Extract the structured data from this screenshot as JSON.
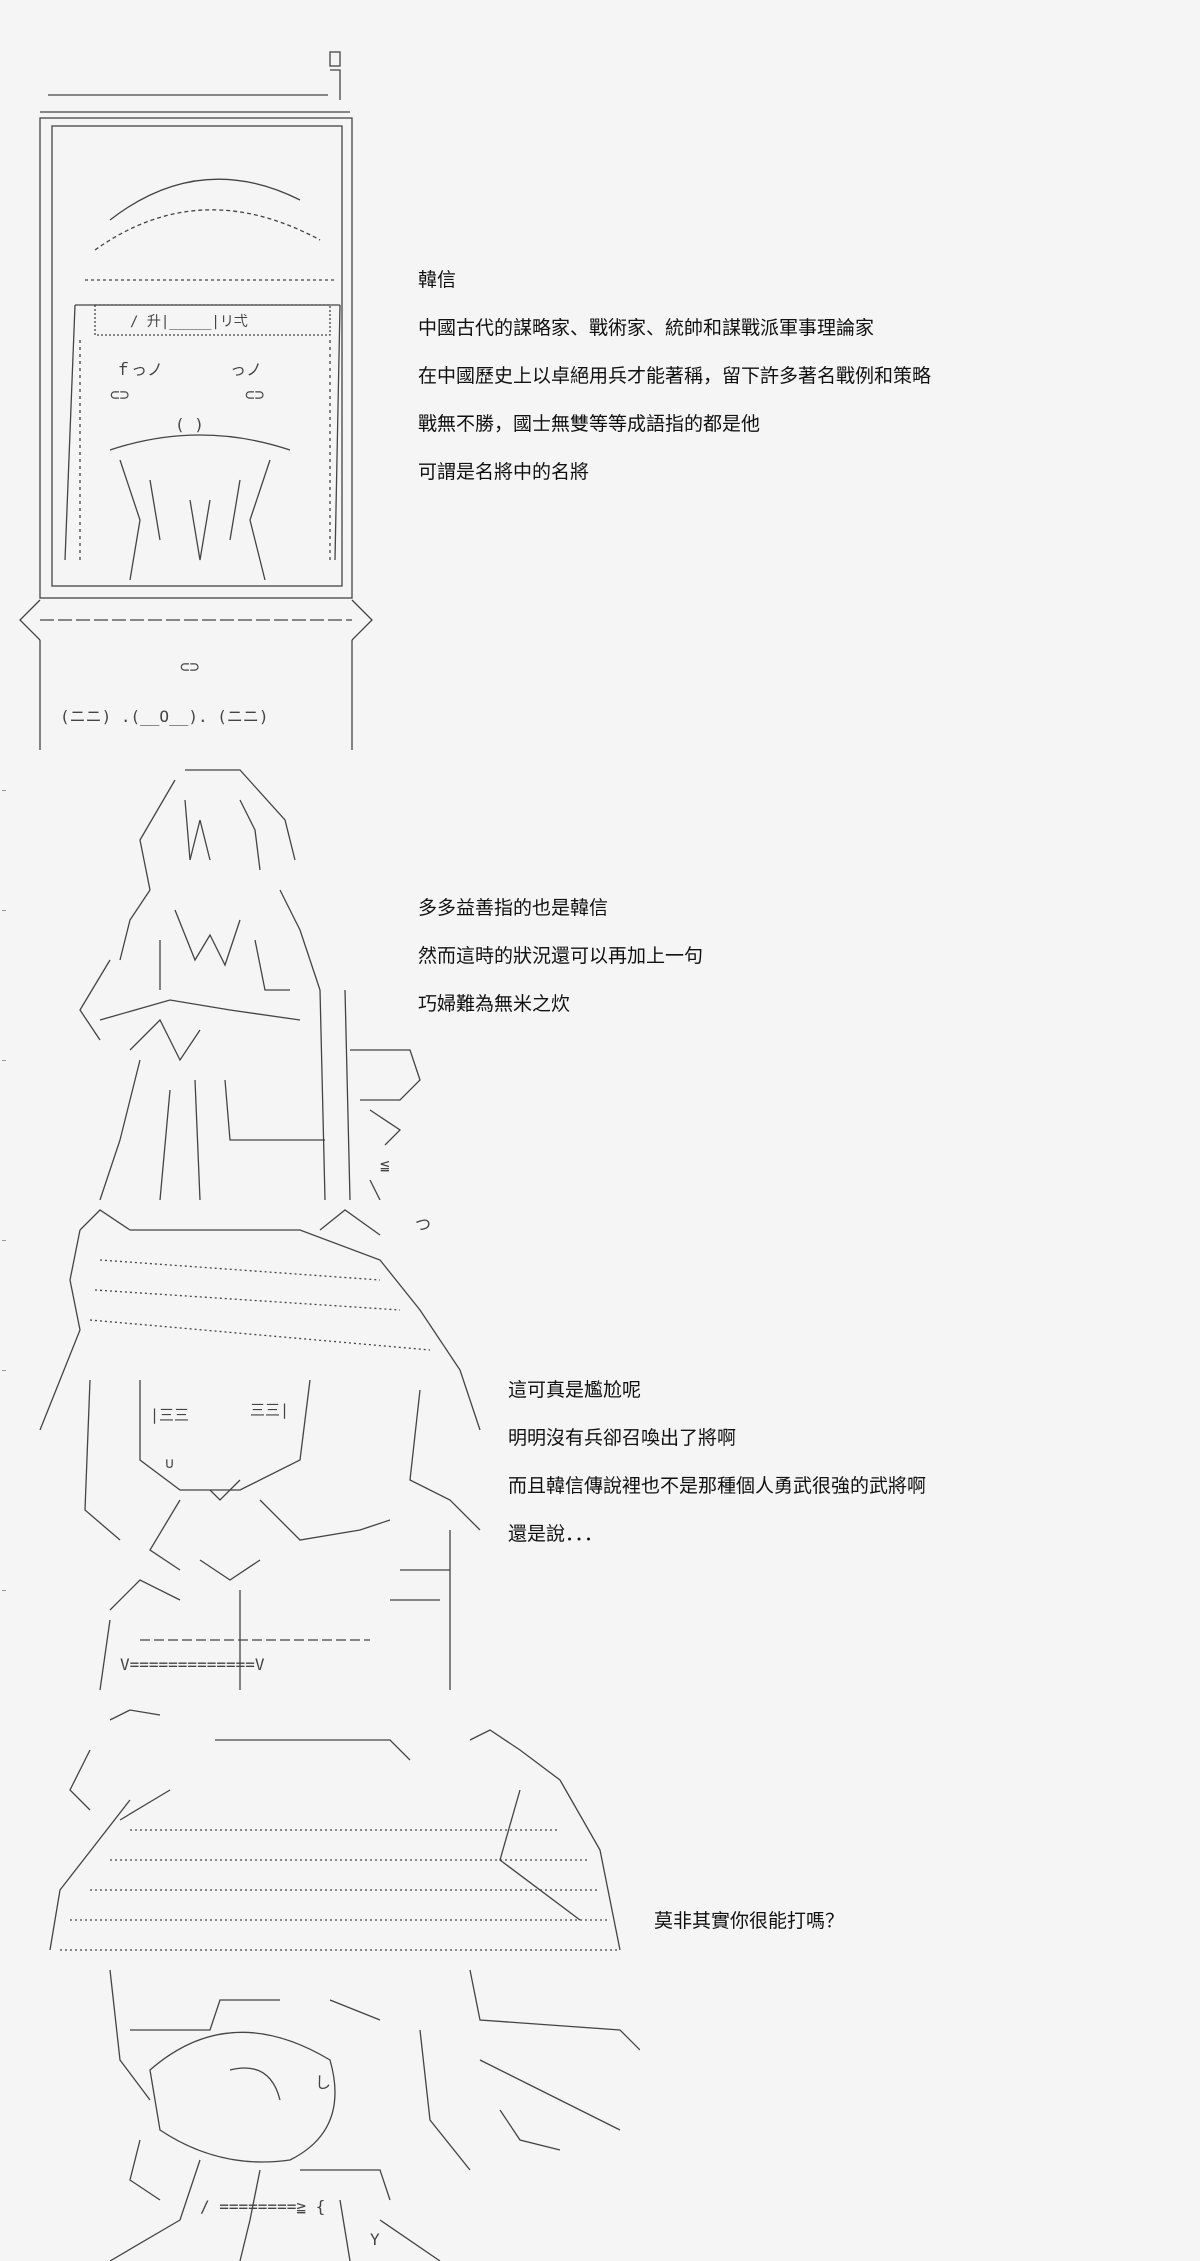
{
  "panels": [
    {
      "id": "panel-1",
      "character": "han-xin-scroll",
      "lines": [
        "韓信",
        "中國古代的謀略家、戰術家、統帥和謀戰派軍事理論家",
        "在中國歷史上以卓絕用兵才能著稱，留下許多著名戰例和策略",
        "戰無不勝，國士無雙等等成語指的都是他",
        "可謂是名將中的名將"
      ]
    },
    {
      "id": "panel-2",
      "character": "standing-figure",
      "lines": [
        "多多益善指的也是韓信",
        "然而這時的狀況還可以再加上一句",
        "巧婦難為無米之炊"
      ]
    },
    {
      "id": "panel-3",
      "character": "cat-ear-girl",
      "lines": [
        "這可真是尷尬呢",
        "明明沒有兵卻召喚出了將啊",
        "而且韓信傳說裡也不是那種個人勇武很強的武將啊",
        "還是說．．．"
      ]
    },
    {
      "id": "panel-4",
      "character": "messy-hair-girl",
      "lines": [
        "莫非其實你很能打嗎？"
      ]
    }
  ],
  "colors": {
    "background": "#f5f5f5",
    "text": "#111111",
    "art_stroke": "#444444"
  }
}
